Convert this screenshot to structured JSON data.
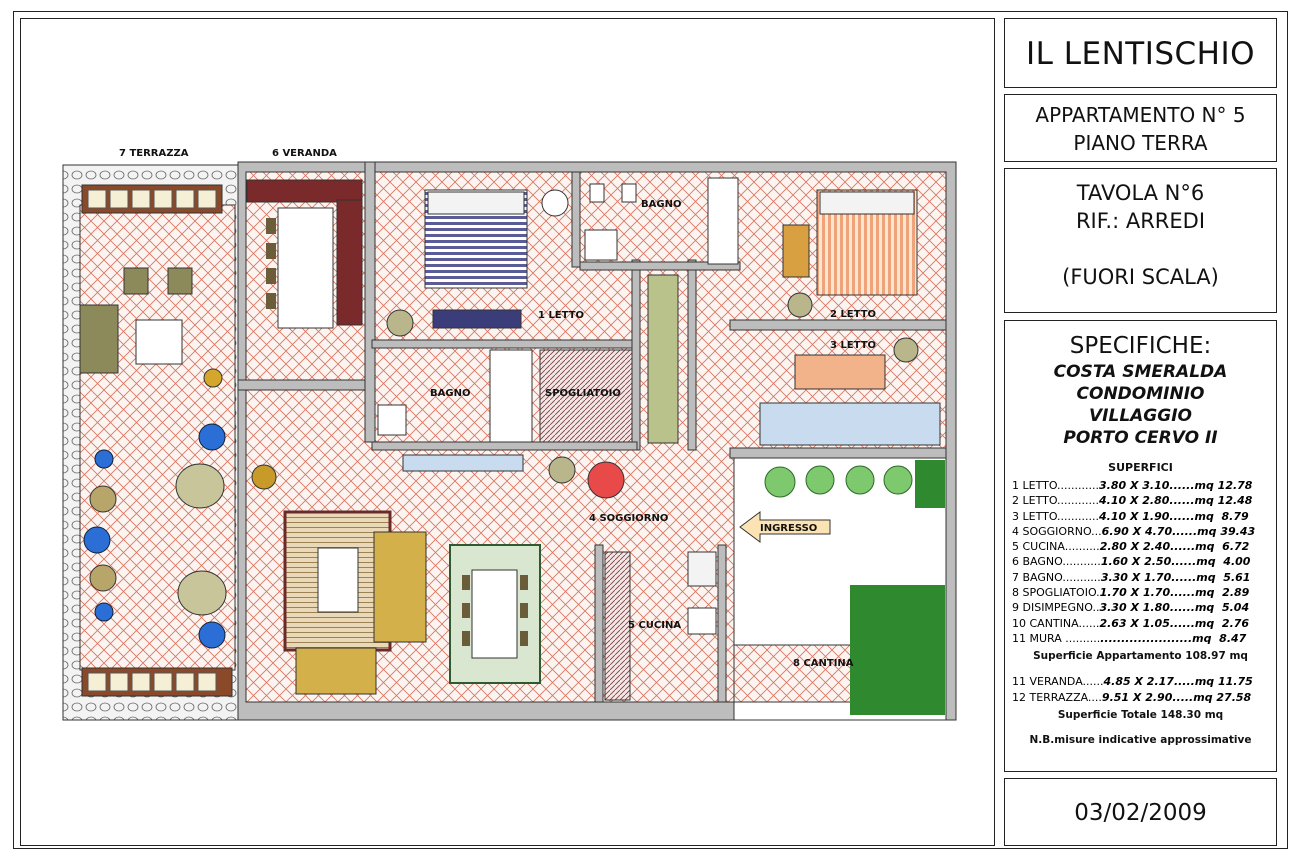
{
  "title": "IL LENTISCHIO",
  "apartment": {
    "line1": "APPARTAMENTO N° 5",
    "line2": "PIANO TERRA"
  },
  "sheet": {
    "line1": "TAVOLA N°6",
    "line2": "RIF.: ARREDI",
    "scale": "(FUORI SCALA)"
  },
  "specs": {
    "heading": "SPECIFICHE:",
    "location": [
      "COSTA SMERALDA",
      "CONDOMINIO",
      "VILLAGGIO",
      "PORTO CERVO II"
    ],
    "surfaces_title": "SUPERFICI",
    "rows": [
      {
        "name": "1 LETTO............",
        "dims": "3.80 X 3.10",
        "unit": "......mq 12.78"
      },
      {
        "name": "2 LETTO............",
        "dims": "4.10 X 2.80",
        "unit": "......mq 12.48"
      },
      {
        "name": "3 LETTO............",
        "dims": "4.10 X 1.90",
        "unit": "......mq  8.79"
      },
      {
        "name": "4 SOGGIORNO...",
        "dims": "6.90 X 4.70",
        "unit": "......mq 39.43"
      },
      {
        "name": "5 CUCINA..........",
        "dims": "2.80 X 2.40",
        "unit": "......mq  6.72"
      },
      {
        "name": "6 BAGNO...........",
        "dims": "1.60 X 2.50",
        "unit": "......mq  4.00"
      },
      {
        "name": "7 BAGNO...........",
        "dims": "3.30 X 1.70",
        "unit": "......mq  5.61"
      },
      {
        "name": "8 SPOGLIATOIO.",
        "dims": "1.70 X 1.70",
        "unit": "......mq  2.89"
      },
      {
        "name": "9 DISIMPEGNO..",
        "dims": "3.30 X 1.80",
        "unit": "......mq  5.04"
      },
      {
        "name": "10 CANTINA......",
        "dims": "2.63 X 1.05",
        "unit": "......mq  2.76"
      },
      {
        "name": "11 MURA ..........",
        "dims": "..................",
        "unit": "....mq  8.47"
      }
    ],
    "apartment_total": "Superficie Appartamento 108.97 mq",
    "rows_extra": [
      {
        "name": "11 VERANDA......",
        "dims": "4.85 X 2.17",
        "unit": ".....mq 11.75"
      },
      {
        "name": "12 TERRAZZA....",
        "dims": "9.51 X 2.90",
        "unit": ".....mq 27.58"
      }
    ],
    "grand_total": "Superficie Totale 148.30 mq",
    "note": "N.B.misure indicative approssimative"
  },
  "date": "03/02/2009",
  "plan": {
    "labels": {
      "terrazza": "7 TERRAZZA",
      "veranda": "6 VERANDA",
      "letto1": "1 LETTO",
      "bagno_top": "BAGNO",
      "letto2": "2 LETTO",
      "letto3": "3 LETTO",
      "bagno_mid": "BAGNO",
      "spogliatoio": "SPOGLIATOIO",
      "soggiorno": "4 SOGGIORNO",
      "ingresso": "INGRESSO",
      "cucina": "5 CUCINA",
      "cantina": "8 CANTINA"
    }
  },
  "colors": {
    "hatch": "#d9735f",
    "wall": "#bdbdbd",
    "greenery": "#2f8a2f"
  }
}
